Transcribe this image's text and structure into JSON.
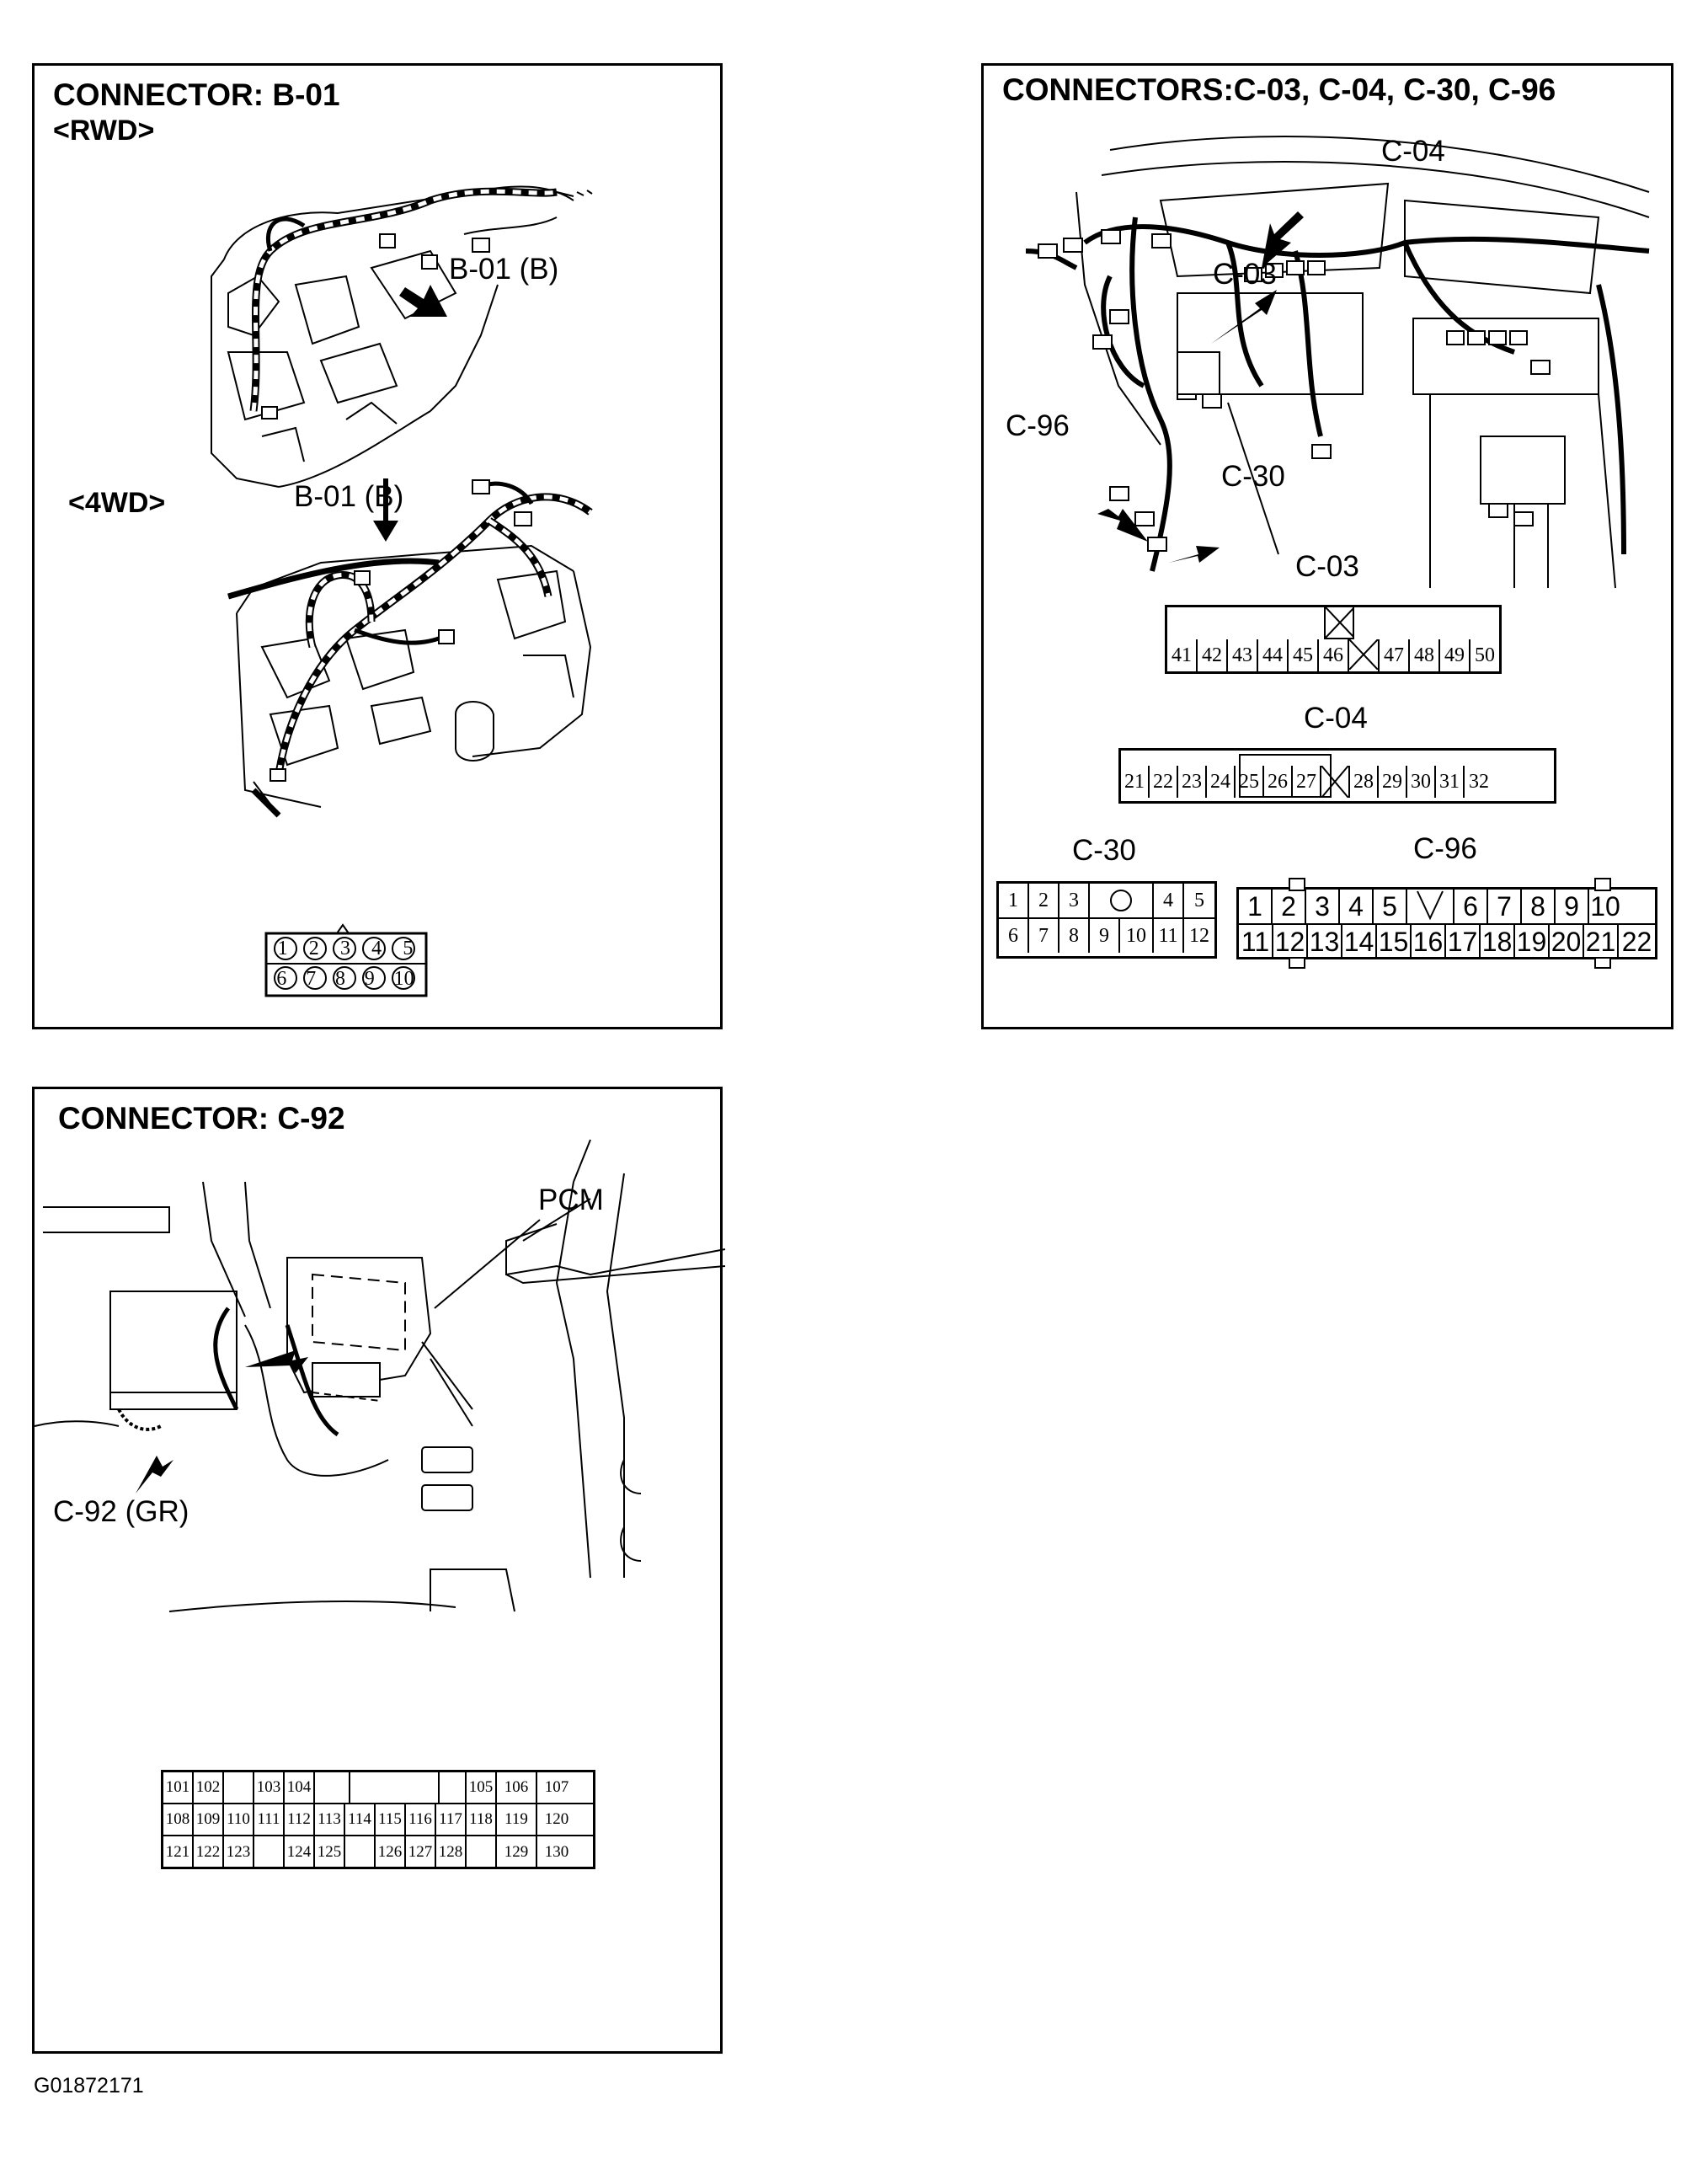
{
  "figure_id": "G01872171",
  "panel_b01": {
    "title": "CONNECTOR: B-01",
    "rwd_label": "<RWD>",
    "fwd_label": "<4WD>",
    "callout_rwd": "B-01 (B)",
    "callout_4wd": "B-01 (B)",
    "pins_row1": [
      "1",
      "2",
      "3",
      "4",
      "5"
    ],
    "pins_row2": [
      "6",
      "7",
      "8",
      "9",
      "10"
    ]
  },
  "panel_c": {
    "title": "CONNECTORS:C-03, C-04, C-30, C-96",
    "callout_c04": "C-04",
    "callout_c03": "C-03",
    "callout_c96": "C-96",
    "callout_c30": "C-30",
    "c03": {
      "label": "C-03",
      "pins": [
        "41",
        "42",
        "43",
        "44",
        "45",
        "46",
        "",
        "47",
        "48",
        "49",
        "50"
      ]
    },
    "c04": {
      "label": "C-04",
      "pins": [
        "21",
        "22",
        "23",
        "24",
        "25",
        "26",
        "27",
        "",
        "28",
        "29",
        "30",
        "31",
        "32"
      ]
    },
    "c30": {
      "label": "C-30",
      "row1": [
        "1",
        "2",
        "3",
        "",
        "4",
        "5"
      ],
      "row2": [
        "6",
        "7",
        "8",
        "9",
        "10",
        "11",
        "12"
      ]
    },
    "c96": {
      "label": "C-96",
      "row1": [
        "1",
        "2",
        "3",
        "4",
        "5",
        "",
        "6",
        "7",
        "8",
        "9",
        "10"
      ],
      "row2": [
        "11",
        "12",
        "13",
        "14",
        "15",
        "16",
        "17",
        "18",
        "19",
        "20",
        "21",
        "22"
      ]
    }
  },
  "panel_c92": {
    "title": "CONNECTOR: C-92",
    "pcm_label": "PCM",
    "callout": "C-92 (GR)",
    "row1": [
      "101",
      "102",
      "",
      "103",
      "104",
      "",
      "",
      "",
      "",
      "",
      "105",
      "106",
      "107"
    ],
    "row2": [
      "108",
      "109",
      "110",
      "111",
      "112",
      "113",
      "114",
      "115",
      "116",
      "117",
      "118",
      "119",
      "120"
    ],
    "row3": [
      "121",
      "122",
      "123",
      "",
      "124",
      "125",
      "",
      "126",
      "127",
      "128",
      "",
      "129",
      "130"
    ]
  }
}
